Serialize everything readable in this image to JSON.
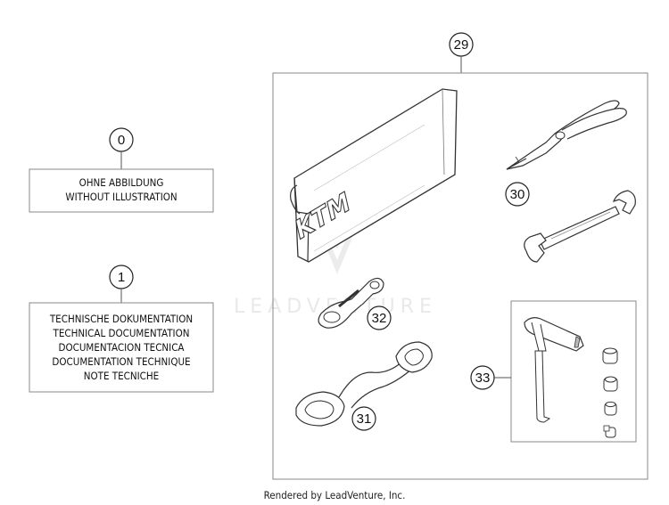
{
  "callouts": {
    "c0": "0",
    "c1": "1",
    "c29": "29",
    "c30": "30",
    "c31": "31",
    "c32": "32",
    "c33": "33"
  },
  "box0": {
    "line1": "OHNE ABBILDUNG",
    "line2": "WITHOUT ILLUSTRATION"
  },
  "box1": {
    "line1": "TECHNISCHE DOKUMENTATION",
    "line2": "TECHNICAL DOCUMENTATION",
    "line3": "DOCUMENTACION TECNICA",
    "line4": "DOCUMENTATION TECHNIQUE",
    "line5": "NOTE TECNICHE"
  },
  "bag_logo": "KTM",
  "watermark": "LEADVENTURE",
  "footer": "Rendered by LeadVenture, Inc."
}
